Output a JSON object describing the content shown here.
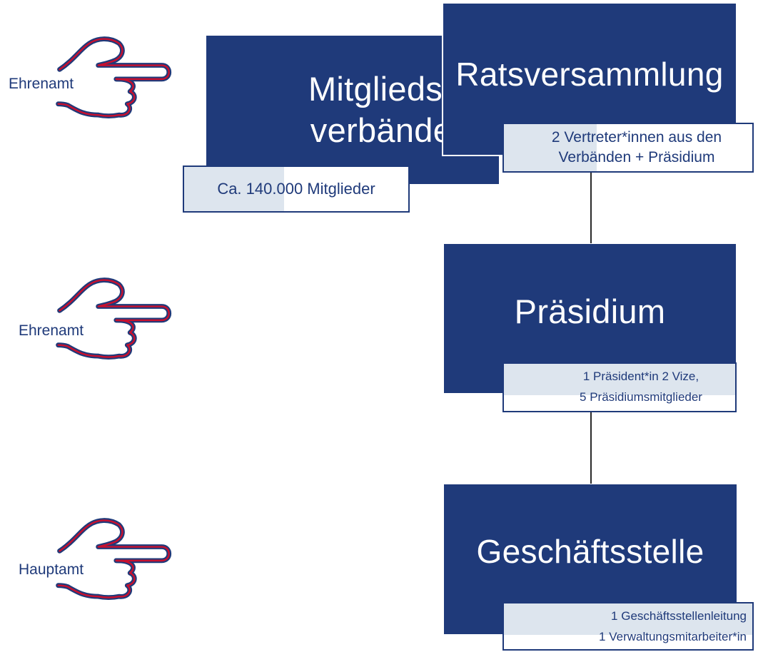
{
  "nodes": {
    "mitglieder": {
      "title_line1": "Mitglieds-",
      "title_line2": "verbände",
      "note": "Ca. 140.000 Mitglieder"
    },
    "rats": {
      "title": "Ratsversammlung",
      "note_line1": "2 Vertreter*innen aus den",
      "note_line2": "Verbänden + Präsidium"
    },
    "praesidium": {
      "title": "Präsidium",
      "note_line1": "1 Präsident*in 2 Vize,",
      "note_line2": "5 Präsidiumsmitglieder"
    },
    "geschaeft": {
      "title": "Geschäftsstelle",
      "note_line1": "1 Geschäftsstellenleitung",
      "note_line2": "1 Verwaltungsmitarbeiter*in"
    }
  },
  "hands": [
    {
      "label": "Ehrenamt",
      "icon": "pointing-hand-icon"
    },
    {
      "label": "Ehrenamt",
      "icon": "pointing-hand-icon"
    },
    {
      "label": "Hauptamt",
      "icon": "pointing-hand-icon"
    }
  ],
  "colors": {
    "box_fill": "#1f3a7a",
    "hand_outline_outer": "#1f3a7a",
    "hand_outline_inner": "#c8102e",
    "note_wash": "#dde5ee"
  }
}
